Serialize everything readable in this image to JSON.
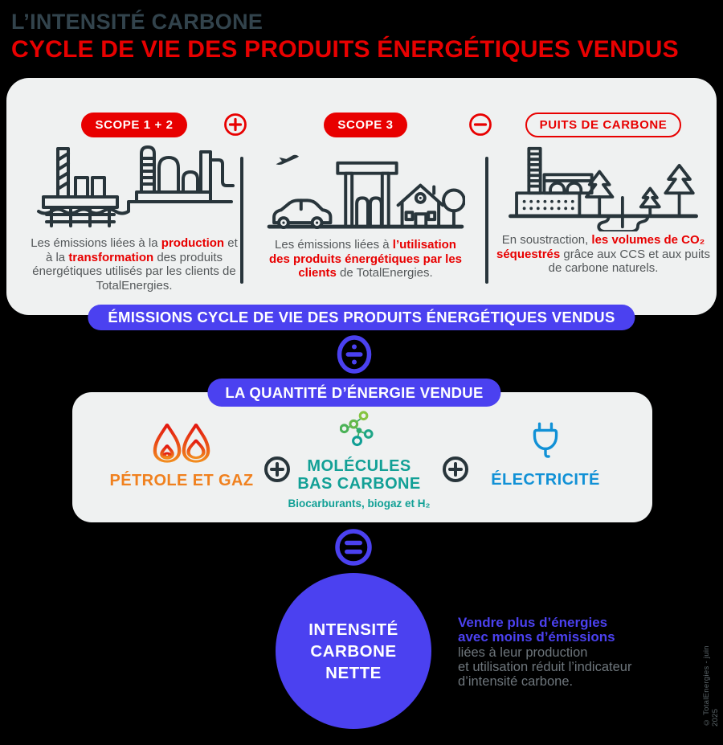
{
  "header": {
    "title_line1": "L’INTENSITÉ CARBONE",
    "title_line2": "CYCLE DE VIE DES PRODUITS ÉNERGÉTIQUES VENDUS"
  },
  "top_section": {
    "scope12": {
      "badge": "SCOPE 1 + 2",
      "icon": "offshore-platform-refinery-icon",
      "text": {
        "p1": "Les émissions liées à la ",
        "em1": "production",
        "p2": " et à la ",
        "em2": "transformation",
        "p3": " des produits énergétiques utilisés par les clients de TotalEnergies."
      }
    },
    "operator_plus": "plus",
    "scope3": {
      "badge": "SCOPE 3",
      "icon": "plane-car-station-house-icon",
      "text": {
        "p1": "Les émissions liées à ",
        "em1": "l’utilisation des produits énergétiques par les clients",
        "p2": " de TotalEnergies."
      }
    },
    "operator_minus": "minus",
    "carbon_sink": {
      "badge": "PUITS DE CARBONE",
      "icon": "factory-forest-co2-storage-icon",
      "text": {
        "p1": "En soustraction, ",
        "em1": "les volumes de CO₂ séquestrés",
        "p2": " grâce aux CCS et aux puits de carbone naturels."
      }
    }
  },
  "emissions_banner": "ÉMISSIONS CYCLE DE VIE DES PRODUITS ÉNERGÉTIQUES VENDUS",
  "operator_divide": "divide",
  "quantity_banner": "LA QUANTITÉ D’ÉNERGIE VENDUE",
  "energy_mix": {
    "oil_gas": {
      "label": "PÉTROLE ET GAZ",
      "icon": "flames-icon"
    },
    "low_carbon": {
      "label_line1": "MOLÉCULES",
      "label_line2": "BAS CARBONE",
      "subtitle": "Biocarburants, biogaz et H₂",
      "icon": "molecule-icon"
    },
    "electricity": {
      "label": "ÉLECTRICITÉ",
      "icon": "plug-icon"
    }
  },
  "operator_equals": "equals",
  "result": {
    "line1": "INTENSITÉ",
    "line2": "CARBONE",
    "line3": "NETTE"
  },
  "note": {
    "bold_line1": "Vendre plus d’énergies",
    "bold_line2": "avec moins d’émissions",
    "line3": "liées à leur production",
    "line4": "et utilisation réduit l’indicateur",
    "line5": "d’intensité carbone."
  },
  "footer": {
    "credit": "© TotalEnergies - juin 2025"
  },
  "colors": {
    "red": "#E80000",
    "purple": "#4B41F0",
    "orange": "#F0811F",
    "teal": "#12A096",
    "blue": "#1191D6",
    "panel_gray": "#EFF1F1",
    "ink": "#28353B"
  }
}
